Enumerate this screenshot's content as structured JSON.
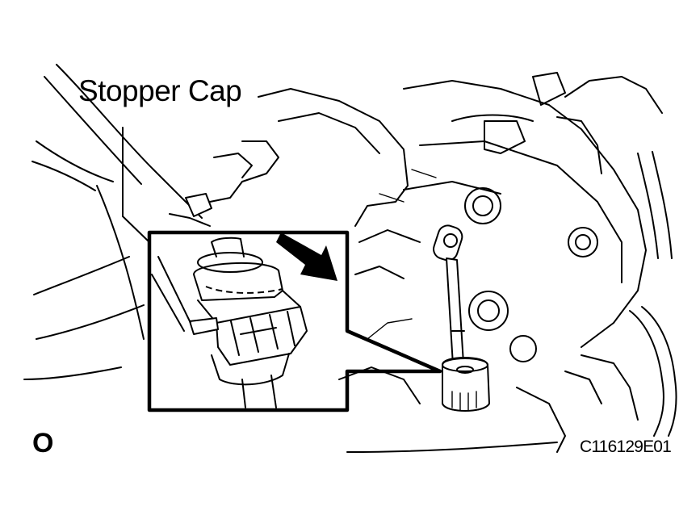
{
  "labels": {
    "callout": "Stopper Cap",
    "step_marker": "O",
    "figure_id": "C116129E01"
  },
  "colors": {
    "line": "#000000",
    "background": "#ffffff"
  },
  "icons": {
    "removal_direction": "arrow-icon"
  }
}
